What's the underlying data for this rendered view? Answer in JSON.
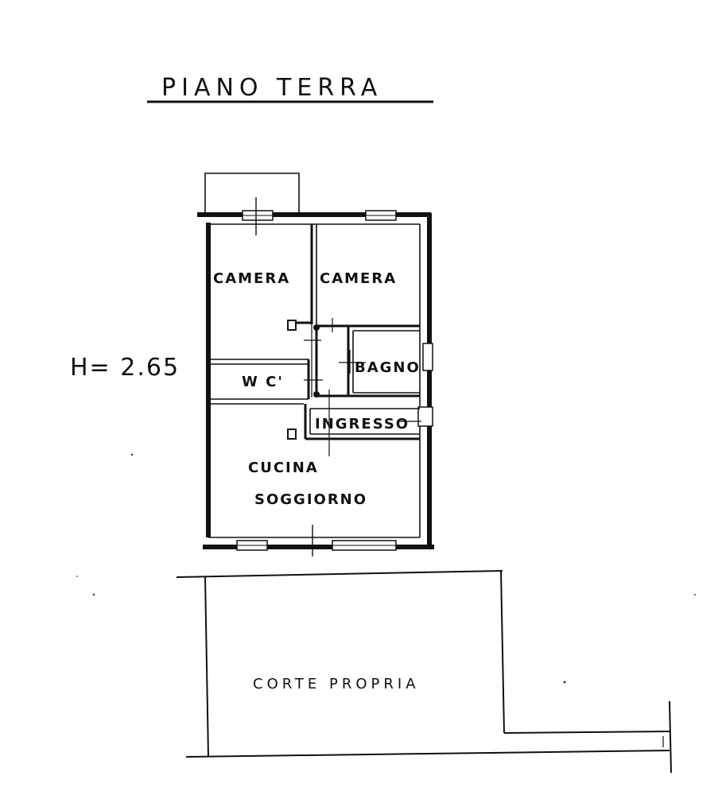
{
  "title": "PIANO TERRA",
  "height_label": "H= 2.65",
  "rooms": {
    "camera_left": "CAMERA",
    "camera_right": "CAMERA",
    "wc": "W C'",
    "bagno": "BAGNO",
    "ingresso": "INGRESSO",
    "cucina": "CUCINA",
    "soggiorno": "SOGGIORNO"
  },
  "courtyard": "CORTE PROPRIA"
}
